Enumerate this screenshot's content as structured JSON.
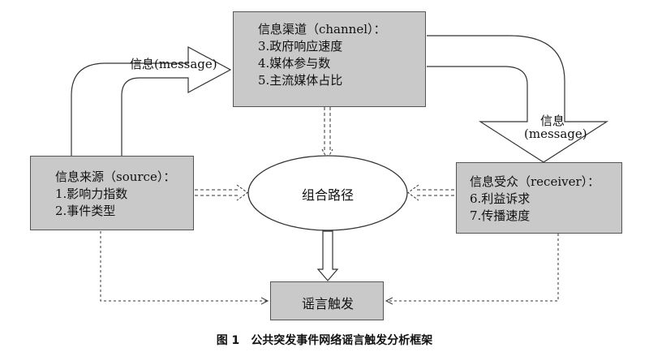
{
  "channel": {
    "title": "信息渠道（channel）：",
    "items": [
      "3.政府响应速度",
      "4.媒体参与数",
      "5.主流媒体占比"
    ]
  },
  "source": {
    "title": "信息来源（source）：",
    "items": [
      "1.影响力指数",
      "2.事件类型"
    ]
  },
  "receiver": {
    "title": "信息受众（receiver）：",
    "items": [
      "6.利益诉求",
      "7.传播速度"
    ]
  },
  "combination_path": "组合路径",
  "rumor_trigger": "谣言触发",
  "message_left": "信息(message)",
  "message_right_top": "信息",
  "message_right_bottom": "(message)",
  "caption": {
    "number": "图 1",
    "text": "公共突发事件网络谣言触发分析框架"
  },
  "colors": {
    "box_fill": "#c9c9c9",
    "line": "#333333"
  }
}
